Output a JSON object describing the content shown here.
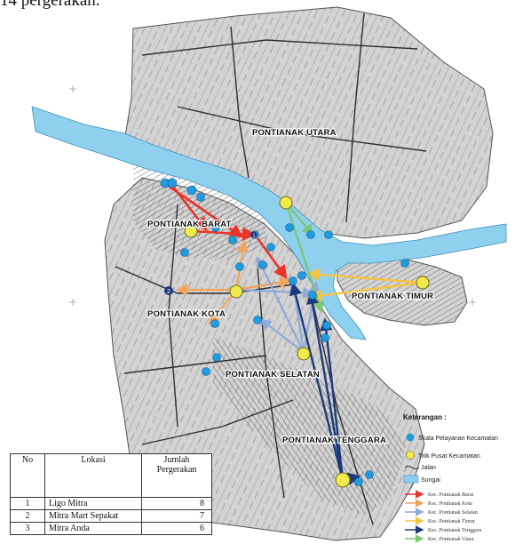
{
  "caption": "14 pergerakan.",
  "districts": {
    "utara": "PONTIANAK UTARA",
    "barat": "PONTIANAK BARAT",
    "kota": "PONTIANAK KOTA",
    "timur": "PONTIANAK TIMUR",
    "selatan": "PONTIANAK SELATAN",
    "tenggara": "PONTIANAK TENGGARA"
  },
  "markers": {
    "one": "1",
    "two": "2"
  },
  "legend": {
    "title": "Keterangan :",
    "items": [
      {
        "label": "Skala Pelayanan Kecamatan",
        "color": "#1f9be0"
      },
      {
        "label": "Titik Pusat Kecamatan",
        "color": "#f1ea4b"
      },
      {
        "label": "Jalan",
        "color": "#333333"
      },
      {
        "label": "Sungai",
        "color": "#89cff0"
      }
    ],
    "arrows": [
      {
        "label": "Kec. Pontianak Barat",
        "color": "#e8342b"
      },
      {
        "label": "Kec. Pontianak Kota",
        "color": "#f2a45a"
      },
      {
        "label": "Kec. Pontianak Selatan",
        "color": "#8ea9dd"
      },
      {
        "label": "Kec. Pontianak Timur",
        "color": "#f5c542"
      },
      {
        "label": "Kec. Pontianak Tenggara",
        "color": "#1c3a7a"
      },
      {
        "label": "Kec. Pontianak Utara",
        "color": "#7cc576"
      }
    ]
  },
  "table": {
    "headers": [
      "No",
      "Lokasi",
      "Jumlah Pergerakan"
    ],
    "rows": [
      {
        "no": "1",
        "lokasi": "Ligo Mitra",
        "jumlah": "8"
      },
      {
        "no": "2",
        "lokasi": "Mitra Mart Sepakat",
        "jumlah": "7"
      },
      {
        "no": "3",
        "lokasi": "Mitra Anda",
        "jumlah": "6"
      }
    ]
  },
  "colors": {
    "land": "#cfcfcf",
    "river": "#8fd0ee",
    "road": "#3a3a3a",
    "service": "#1f9be0",
    "center": "#f1ea4b"
  }
}
